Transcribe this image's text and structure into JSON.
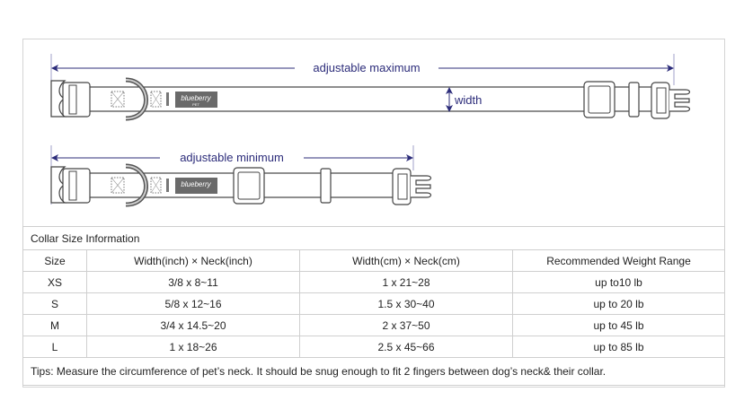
{
  "diagram": {
    "max_label": "adjustable maximum",
    "min_label": "adjustable minimum",
    "width_label": "width",
    "brand": "blueberry",
    "brand_sub": "PET",
    "arrow_color": "#2c2c7a"
  },
  "table": {
    "title": "Collar Size Information",
    "headers": [
      "Size",
      "Width(inch)  × Neck(inch)",
      "Width(cm)  × Neck(cm)",
      "Recommended Weight Range"
    ],
    "rows": [
      [
        "XS",
        "3/8 x 8~11",
        "1 x 21~28",
        "up to10 lb"
      ],
      [
        "S",
        "5/8 x 12~16",
        "1.5 x 30~40",
        "up to 20 lb"
      ],
      [
        "M",
        "3/4 x 14.5~20",
        "2 x 37~50",
        "up to 45 lb"
      ],
      [
        "L",
        "1 x 18~26",
        "2.5 x 45~66",
        "up to 85 lb"
      ]
    ],
    "tips": "Tips: Measure the circumference of pet’s neck. It should be snug enough to fit 2 fingers between dog’s neck& their collar."
  }
}
